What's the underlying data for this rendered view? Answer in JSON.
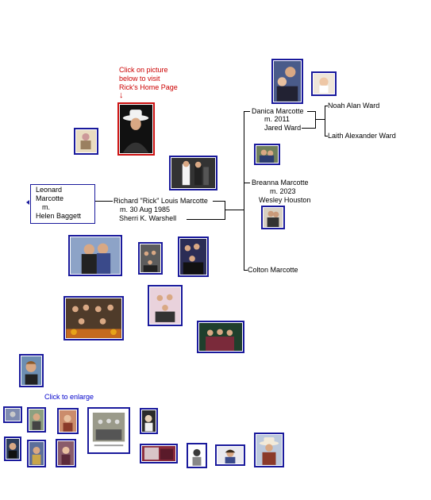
{
  "hint_top": [
    "Click on picture",
    "below to visit",
    "Rick's Home Page"
  ],
  "hint_enlarge": "Click to enlarge",
  "parents": [
    "Leonard",
    "Marcotte",
    "m.",
    "Helen Baggett"
  ],
  "subject": [
    "Richard \"Rick\" Louis Marcotte",
    "m. 30 Aug 1985",
    "Sherri K. Warshell"
  ],
  "children": {
    "danica": [
      "Danica Marcotte",
      "m. 2011",
      "Jared Ward"
    ],
    "breanna": [
      "Breanna Marcotte",
      "m. 2023",
      "Wesley Houston"
    ],
    "colton": "Colton Marcotte"
  },
  "grandchildren": [
    "Noah Alan Ward",
    "Laith Alexander Ward"
  ],
  "colors": {
    "frame": "#1a1a9c",
    "highlight_frame": "#cc1111",
    "hint_red": "#cc0000",
    "hint_blue": "#0000cc"
  }
}
